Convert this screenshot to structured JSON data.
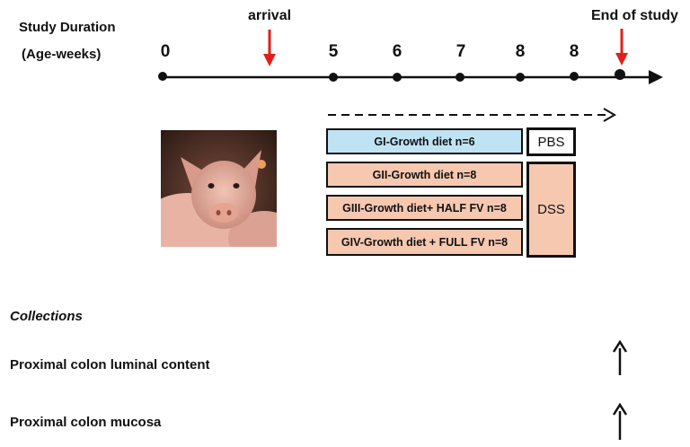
{
  "header": {
    "title": "Study Duration",
    "subtitle": "(Age-weeks)"
  },
  "timeline": {
    "ticks": [
      "0",
      "5",
      "6",
      "7",
      "8",
      "8"
    ],
    "arrival_label": "arrival",
    "end_label": "End of study"
  },
  "groups": [
    {
      "label": "GI-Growth diet n=6"
    },
    {
      "label": "GII-Growth diet n=8"
    },
    {
      "label": "GIII-Growth diet+ HALF FV n=8"
    },
    {
      "label": "GIV-Growth diet + FULL FV n=8"
    }
  ],
  "treatments": {
    "pbs": "PBS",
    "dss": "DSS"
  },
  "collections": {
    "title": "Collections",
    "items": [
      {
        "label": "Proximal colon luminal content"
      },
      {
        "label": "Proximal colon mucosa"
      }
    ]
  },
  "colors": {
    "control_group": "#bfe3f3",
    "treated_group": "#f6c8b0",
    "marker_arrow": "#e0201b"
  }
}
